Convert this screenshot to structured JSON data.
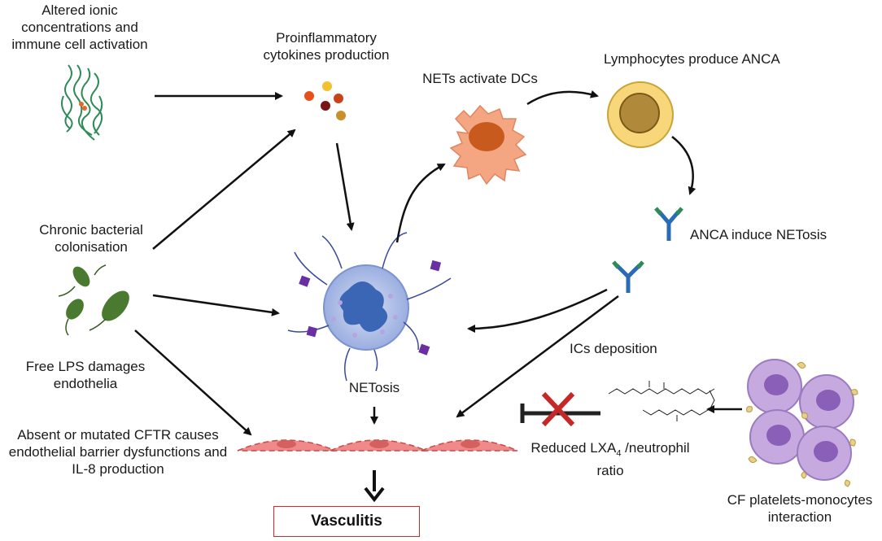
{
  "labels": {
    "altered": [
      "Altered ionic",
      "concentrations and",
      "immune cell activation"
    ],
    "cytokines": [
      "Proinflammatory",
      "cytokines production"
    ],
    "nets_dcs": "NETs activate DCs",
    "lympho": "Lymphocytes produce ANCA",
    "anca": "ANCA induce NETosis",
    "chronic": [
      "Chronic bacterial",
      "colonisation"
    ],
    "lps": [
      "Free LPS damages",
      "endothelia"
    ],
    "netosis": "NETosis",
    "ics": "ICs deposition",
    "cftr": [
      "Absent or mutated CFTR causes",
      "endothelial barrier dysfunctions and",
      "IL-8 production"
    ],
    "lxa_pre": "Reduced LXA",
    "lxa_sub": "4",
    "lxa_post": " /neutrophil",
    "ratio": "ratio",
    "cf": [
      "CF platelets-monocytes",
      "interaction"
    ],
    "vasculitis": "Vasculitis"
  },
  "colors": {
    "arrow": "#111111",
    "box_border": "#cf2b2b",
    "inhibit_x": "#c62828",
    "protein": "#2e8b57",
    "dc_body": "#f4a582",
    "dc_nucleus": "#c85a1e",
    "lymph_body": "#f8d77a",
    "lymph_nucleus": "#b08a3a",
    "neutrophil": "#9aaee0",
    "neutrophil_nucleus": "#3b66b5",
    "bacteria": "#4a7a30",
    "endothelium": "#e86a6a",
    "monocyte": "#c6a9de",
    "platelet": "#e8d08a",
    "purple_square": "#6a2fa0"
  }
}
